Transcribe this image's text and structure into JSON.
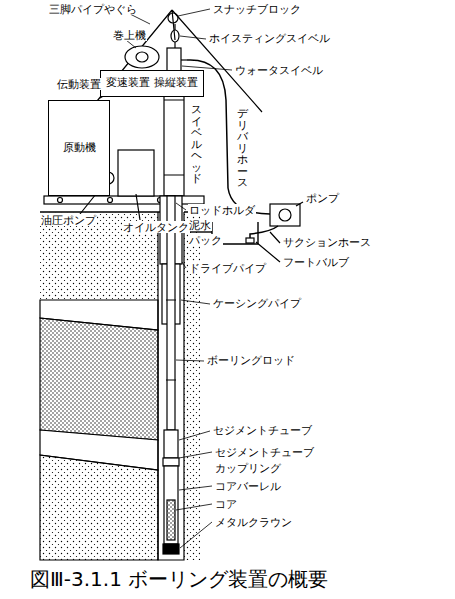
{
  "diagram": {
    "caption": "図Ⅲ-3.1.1 ボーリング装置の概要",
    "nodes": [
      {
        "text": [
          "原動機"
        ]
      },
      {
        "text": [
          "変速装置 操縦装置"
        ]
      }
    ],
    "labels": [
      "三脚パイプやぐら",
      "スナッチブロック",
      "ホイスティングスイベル",
      "巻上機",
      "伝動装置",
      "ウォータスイベル",
      "スイベルヘッド",
      "デリバリホース",
      "ロッドホルダ",
      "ポンプ",
      "油圧ポンプ",
      "オイルタンク",
      "泥水",
      "パック",
      "サクションホース",
      "フートバルブ",
      "ドライブパイプ",
      "ケーシングパイプ",
      "ボーリングロッド",
      "セジメントチューブ",
      "セジメントチューブ",
      "カップリング",
      "コアバーレル",
      "コア",
      "メタルクラウン"
    ]
  }
}
